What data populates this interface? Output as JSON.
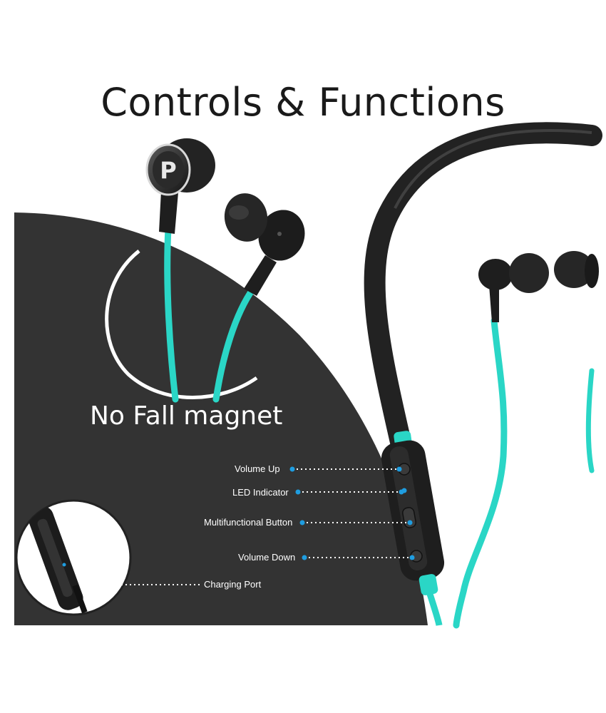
{
  "title": "Controls & Functions",
  "feature_label": "No Fall magnet",
  "controls": {
    "volume_up": "Volume Up",
    "led_indicator": "LED Indicator",
    "multifunctional_button": "Multifunctional Button",
    "volume_down": "Volume Down",
    "charging_port": "Charging Port"
  },
  "brand_logo_letter": "P",
  "colors": {
    "panel": "#333333",
    "cable_accent": "#2ad6c6",
    "callout_dot": "#1f9de0",
    "earbud": "#1e1e1e",
    "text_dark": "#1a1a1a"
  }
}
